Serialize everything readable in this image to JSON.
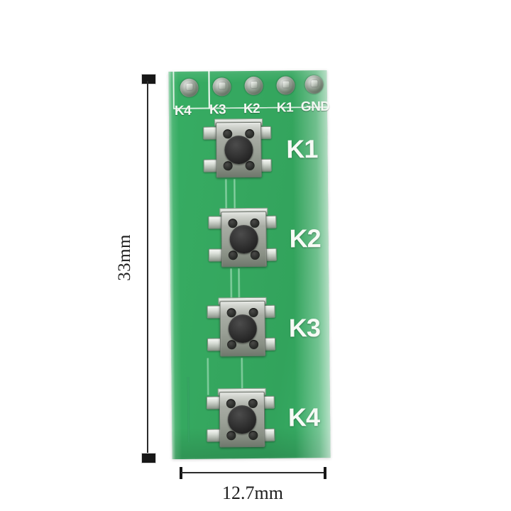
{
  "scene": {
    "subject": "4-key tactile push button PCB module",
    "background_color": "#ffffff",
    "board_color": "#35a75f"
  },
  "board": {
    "silkscreen_color": "#f4f8f3",
    "header": {
      "pad_count": 5,
      "pads": [
        {
          "label": "K4",
          "pad_name": "pad-k4"
        },
        {
          "label": "K3",
          "pad_name": "pad-k3"
        },
        {
          "label": "K2",
          "pad_name": "pad-k2"
        },
        {
          "label": "K1",
          "pad_name": "pad-k1"
        },
        {
          "label": "GND",
          "pad_name": "pad-gnd"
        }
      ]
    },
    "switches": [
      {
        "designator": "K1"
      },
      {
        "designator": "K2"
      },
      {
        "designator": "K3"
      },
      {
        "designator": "K4"
      }
    ]
  },
  "dimensions": {
    "height": {
      "label": "33mm",
      "orientation": "vertical"
    },
    "width": {
      "label": "12.7mm",
      "orientation": "horizontal"
    }
  }
}
